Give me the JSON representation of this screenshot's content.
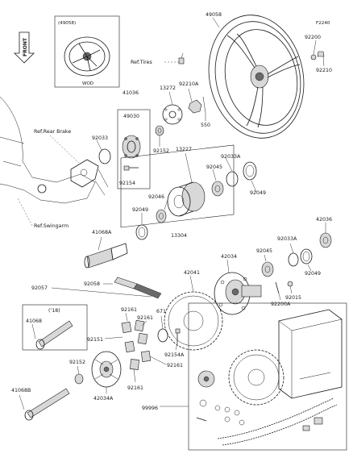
{
  "diagram": {
    "corner_code": "F2240",
    "front_badge": "FRONT",
    "inset_wheel": {
      "part_no": "(49058)",
      "caption": "WOD"
    },
    "inset_axle": {
      "caption": "('18)"
    },
    "refs": {
      "tires": "Ref.Tires",
      "rear_brake": "Ref.Rear Brake",
      "swingarm": "Ref.Swingarm"
    },
    "labels": {
      "p49058": "49058",
      "p92200": "92200",
      "p92210": "92210",
      "p92210a": "92210A",
      "p550": "550",
      "p13272": "13272",
      "p41036": "41036",
      "p49030": "49030",
      "p92033": "92033",
      "p92152a": "92152",
      "p92154": "92154",
      "p13227": "13227",
      "p92033a1": "92033A",
      "p92045a": "92045",
      "p92049a": "92049",
      "p92046": "92046",
      "p92049b": "92049",
      "p13304": "13304",
      "p41068a": "41068A",
      "p42036": "42036",
      "p92033a2": "92033A",
      "p92045b": "92045",
      "p92049c": "92049",
      "p42041": "42041",
      "p42034": "42034",
      "p92015": "92015",
      "p92200a": "92200A",
      "p92058": "92058",
      "p92057": "92057",
      "p92161a": "92161",
      "p92161b": "92161",
      "p92151": "92151",
      "p671": "671",
      "p92154a": "92154A",
      "p92161c": "92161",
      "p92161d": "92161",
      "p41068": "41068",
      "p92152b": "92152",
      "p42034a": "42034A",
      "p41068b": "41068B",
      "p99996": "99996"
    }
  }
}
